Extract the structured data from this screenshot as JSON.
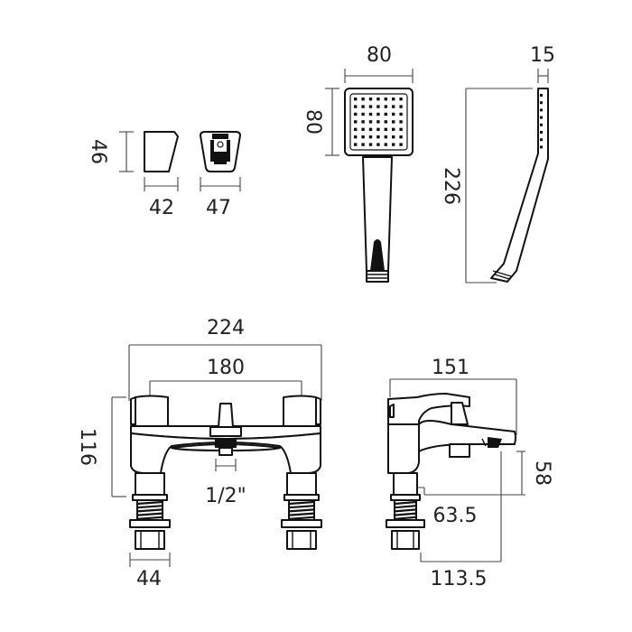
{
  "dimensions": {
    "holder_height": "46",
    "holder_side_width": "42",
    "holder_front_width": "47",
    "handset_head_width": "80",
    "handset_head_height": "80",
    "handset_side_depth": "15",
    "handset_length": "226",
    "mixer_overall_width": "224",
    "mixer_centres": "180",
    "mixer_height": "116",
    "mixer_inlet": "1/2\"",
    "mixer_leg_width": "44",
    "mixer_depth": "151",
    "spout_height": "58",
    "spout_offset_short": "63.5",
    "spout_projection": "113.5"
  },
  "colors": {
    "line": "#111111",
    "dimension": "#444444",
    "background": "#ffffff"
  }
}
